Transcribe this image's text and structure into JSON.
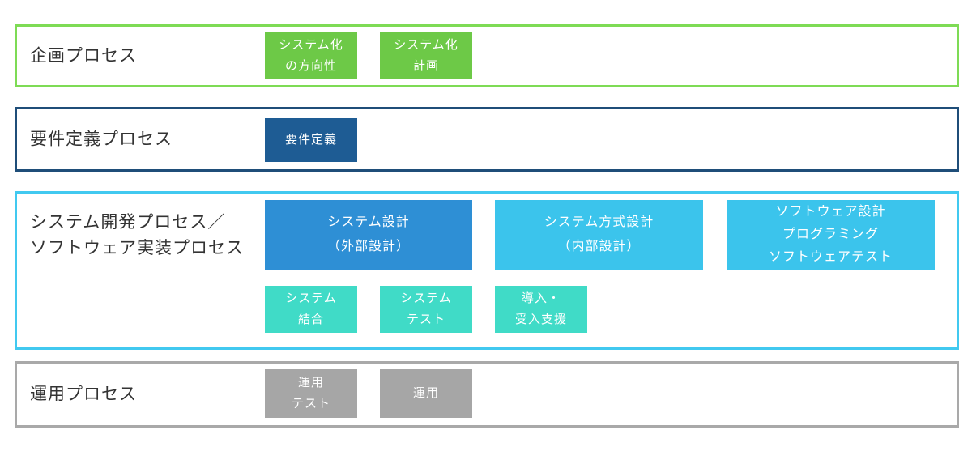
{
  "diagram": {
    "title": "software-development-process-phases",
    "text_color": "#333333",
    "box_text_color": "#ffffff"
  },
  "sections": [
    {
      "label": "企画プロセス",
      "border_color": "#7edb55",
      "boxes": [
        {
          "text": "システム化\nの方向性",
          "color": "#6dc947"
        },
        {
          "text": "システム化\n計画",
          "color": "#6dc947"
        }
      ]
    },
    {
      "label": "要件定義プロセス",
      "border_color": "#1f4e79",
      "boxes": [
        {
          "text": "要件定義",
          "color": "#1e5c94"
        }
      ]
    },
    {
      "label": "システム開発プロセス／\nソフトウェア実装プロセス",
      "border_color": "#41c9f0",
      "boxes": [
        {
          "text": "システム設計\n（外部設計）",
          "color": "#2e8fd5"
        },
        {
          "text": "システム方式設計\n（内部設計）",
          "color": "#3bc4ec"
        },
        {
          "text": "ソフトウェア設計\nプログラミング\nソフトウェアテスト",
          "color": "#3bc4ec"
        },
        {
          "text": "システム\n結合",
          "color": "#40dbc7"
        },
        {
          "text": "システム\nテスト",
          "color": "#40dbc7"
        },
        {
          "text": "導入・\n受入支援",
          "color": "#40dbc7"
        }
      ]
    },
    {
      "label": "運用プロセス",
      "border_color": "#a9a9a9",
      "boxes": [
        {
          "text": "運用\nテスト",
          "color": "#a6a6a6"
        },
        {
          "text": "運用",
          "color": "#a6a6a6"
        }
      ]
    }
  ]
}
